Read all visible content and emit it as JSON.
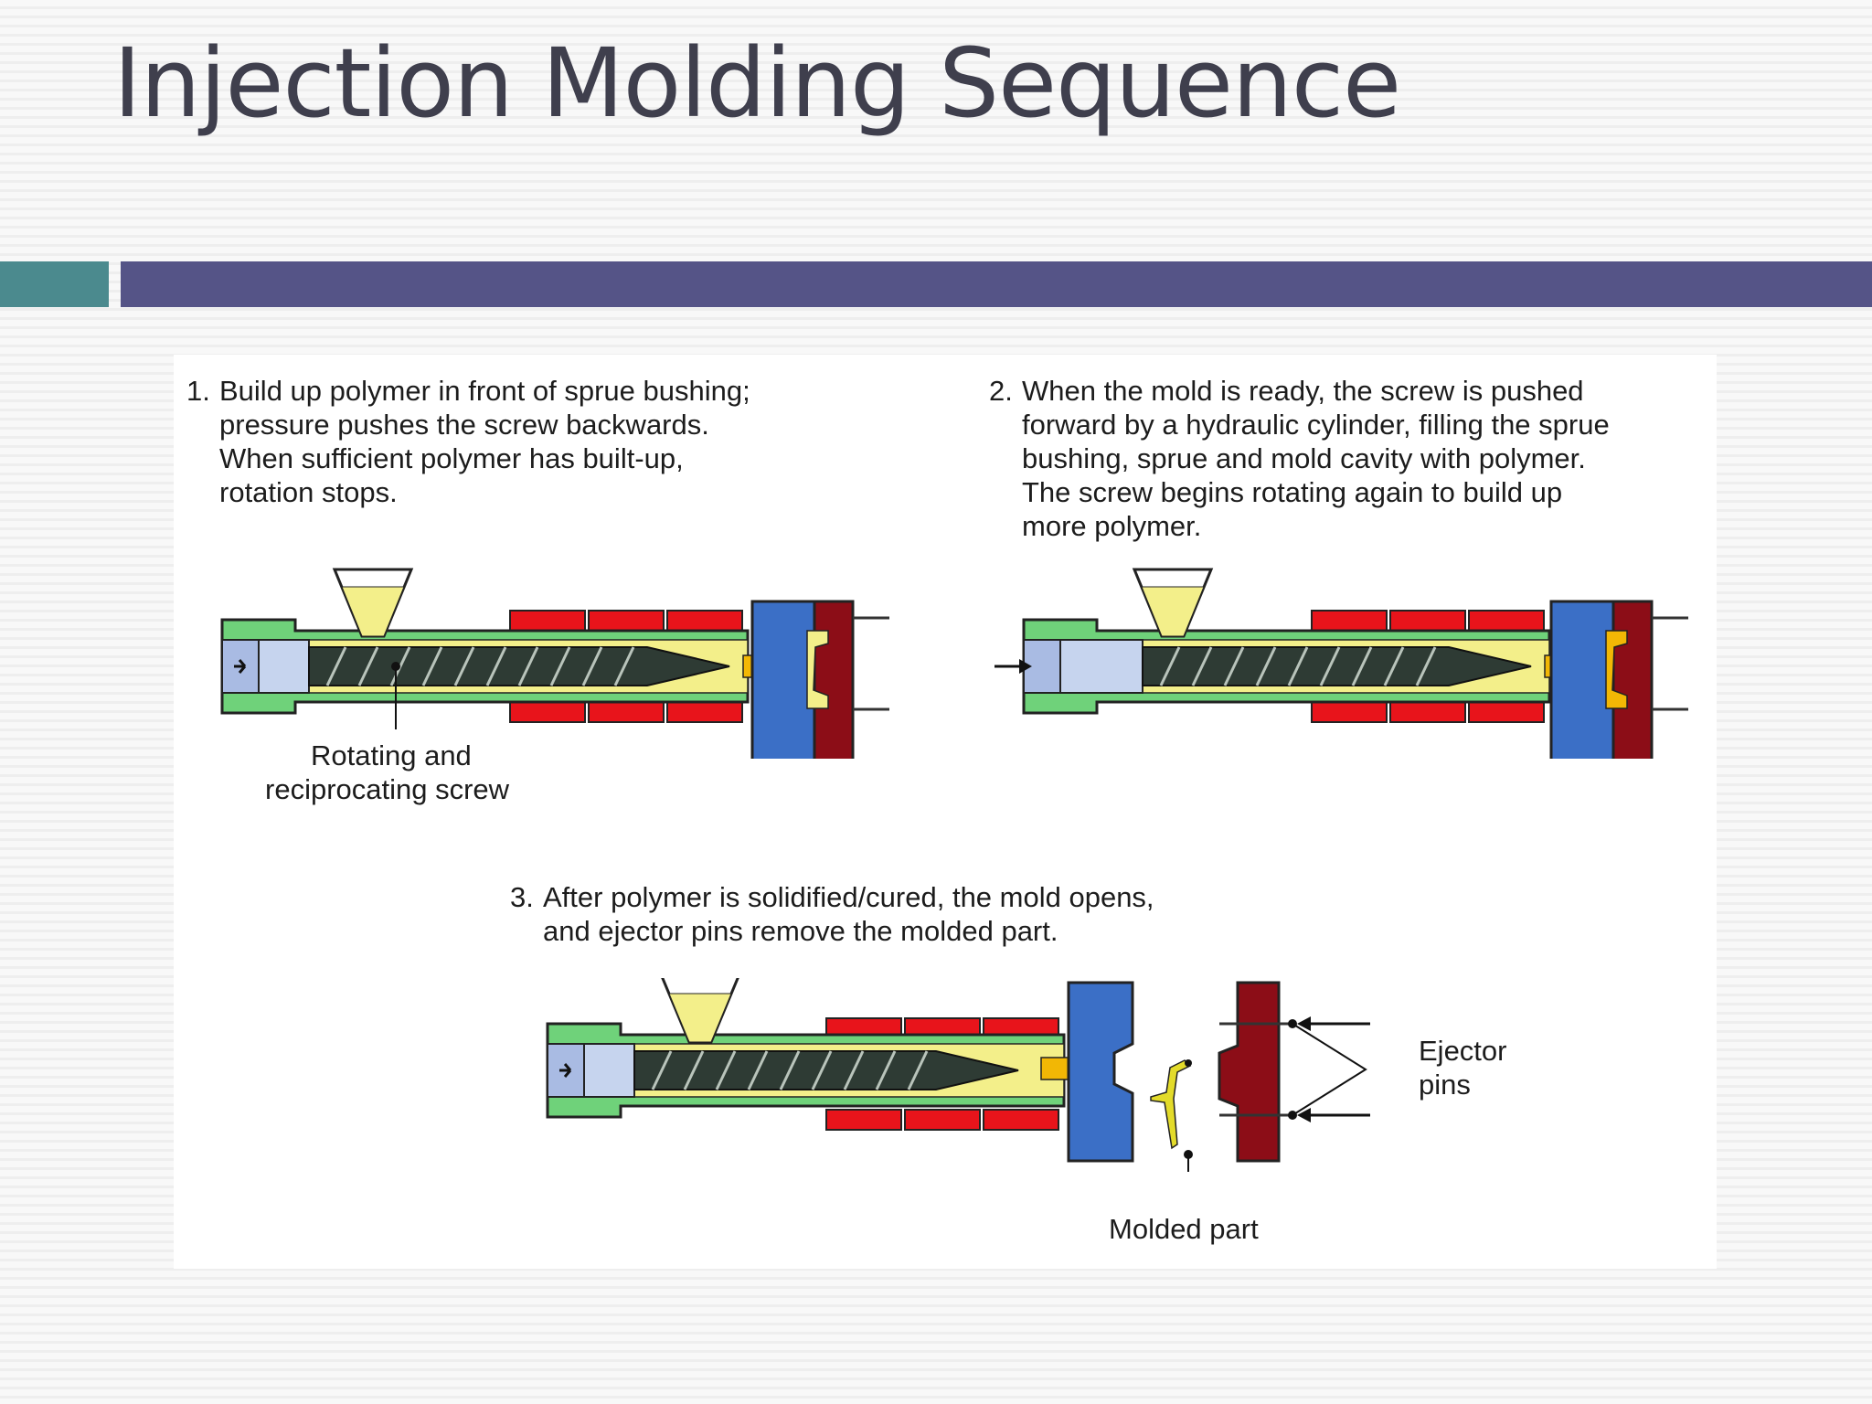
{
  "slide": {
    "title": "Injection Molding Sequence"
  },
  "colors": {
    "accent_teal": "#4b8a8e",
    "accent_purple": "#555487",
    "barrel_green": "#6fd27a",
    "heater_red": "#e8141b",
    "mold_blue": "#3b6fc6",
    "mold_maroon": "#8c0d17",
    "polymer_yellow": "#f3ef8a",
    "nozzle_orange": "#f2b705",
    "screw_dark": "#2e3b34"
  },
  "steps": [
    {
      "number": "1.",
      "lines": [
        "Build up polymer in front of sprue bushing;",
        "pressure pushes the screw backwards.",
        "When sufficient polymer has built-up,",
        "rotation stops."
      ],
      "label_lines": [
        "Rotating and",
        "reciprocating screw"
      ]
    },
    {
      "number": "2.",
      "lines": [
        "When the mold is ready, the screw is pushed",
        "forward by a hydraulic cylinder, filling the sprue",
        "bushing, sprue and mold cavity with polymer.",
        "The screw begins rotating again to build up",
        "more polymer."
      ]
    },
    {
      "number": "3.",
      "lines": [
        "After polymer is solidified/cured, the mold opens,",
        "and ejector pins remove the molded part."
      ],
      "ejector_label_lines": [
        "Ejector",
        "pins"
      ],
      "part_label": "Molded part"
    }
  ]
}
